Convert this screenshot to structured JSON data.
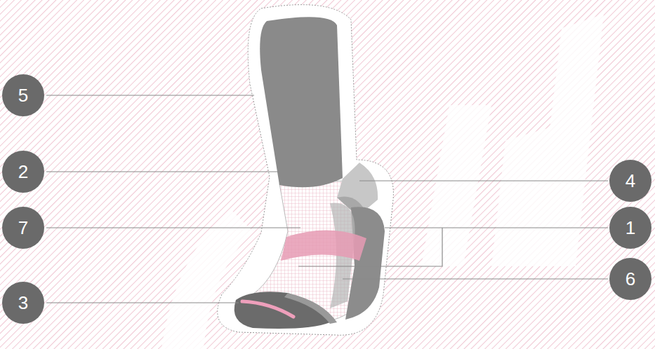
{
  "diagram": {
    "nodes": [
      {
        "text": [
          "5"
        ]
      },
      {
        "text": [
          "2"
        ]
      },
      {
        "text": [
          "4"
        ]
      },
      {
        "text": [
          "7"
        ]
      },
      {
        "text": [
          "1"
        ]
      },
      {
        "text": [
          "6"
        ]
      },
      {
        "text": [
          "3"
        ]
      }
    ]
  }
}
